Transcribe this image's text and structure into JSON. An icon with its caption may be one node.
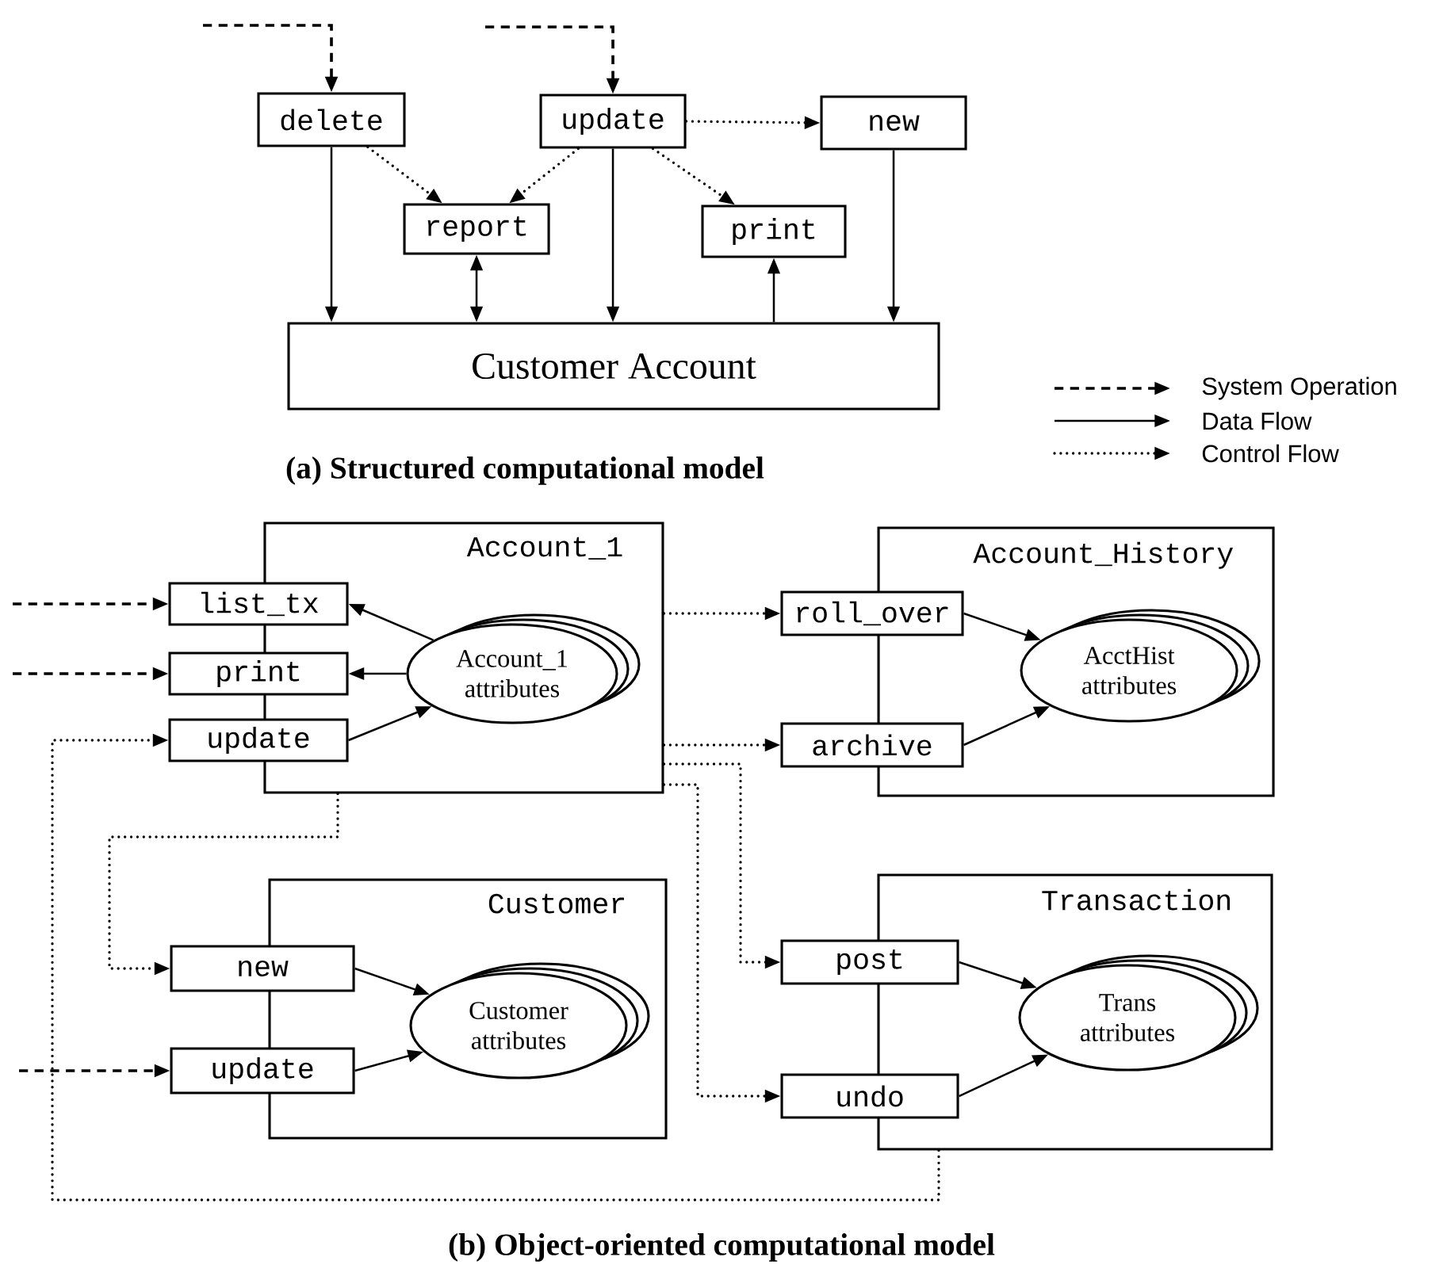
{
  "diagram": {
    "nodes": [
      {
        "text": [
          "delete"
        ]
      },
      {
        "text": [
          "update"
        ]
      },
      {
        "text": [
          "new"
        ]
      },
      {
        "text": [
          "report"
        ]
      },
      {
        "text": [
          "print"
        ]
      },
      {
        "text": [
          "Customer Account"
        ]
      },
      {
        "text": [
          "Account_1"
        ]
      },
      {
        "text": [
          "list_tx"
        ]
      },
      {
        "text": [
          "print"
        ]
      },
      {
        "text": [
          "update"
        ]
      },
      {
        "text": [
          "Account_1 attributes"
        ],
        "in": 6
      },
      {
        "text": [
          "Account_History"
        ]
      },
      {
        "text": [
          "roll_over"
        ]
      },
      {
        "text": [
          "archive"
        ]
      },
      {
        "text": [
          "AcctHist attributes"
        ],
        "in": 11
      },
      {
        "text": [
          "Customer"
        ]
      },
      {
        "text": [
          "new"
        ]
      },
      {
        "text": [
          "update"
        ]
      },
      {
        "text": [
          "Customer attributes"
        ],
        "in": 15
      },
      {
        "text": [
          "Transaction"
        ]
      },
      {
        "text": [
          "post"
        ]
      },
      {
        "text": [
          "undo"
        ]
      },
      {
        "text": [
          "Trans attributes"
        ],
        "in": 19
      }
    ],
    "edges": [
      {
        "from": null,
        "to": 0,
        "arrow": "to",
        "style": "dashed"
      },
      {
        "from": null,
        "to": 1,
        "arrow": "to",
        "style": "dashed"
      },
      {
        "from": 1,
        "to": 2,
        "arrow": "to",
        "style": "dashed"
      },
      {
        "from": 0,
        "to": 3,
        "arrow": "to",
        "style": "dashed"
      },
      {
        "from": 1,
        "to": 3,
        "arrow": "to",
        "style": "dashed"
      },
      {
        "from": 1,
        "to": 4,
        "arrow": "to",
        "style": "dashed"
      },
      {
        "from": 0,
        "to": 5,
        "arrow": "to"
      },
      {
        "from": 3,
        "to": 5,
        "arrow": "both"
      },
      {
        "from": 1,
        "to": 5,
        "arrow": "to"
      },
      {
        "from": 5,
        "to": 4,
        "arrow": "to"
      },
      {
        "from": 2,
        "to": 5,
        "arrow": "to"
      },
      {
        "from": null,
        "to": 7,
        "arrow": "to",
        "style": "dashed"
      },
      {
        "from": null,
        "to": 8,
        "arrow": "to",
        "style": "dashed"
      },
      {
        "from": null,
        "to": 17,
        "arrow": "to",
        "style": "dashed"
      },
      {
        "from": 10,
        "to": 7,
        "arrow": "to"
      },
      {
        "from": 10,
        "to": 8,
        "arrow": "to"
      },
      {
        "from": 9,
        "to": 10,
        "arrow": "to"
      },
      {
        "from": 12,
        "to": 14,
        "arrow": "to"
      },
      {
        "from": 13,
        "to": 14,
        "arrow": "to"
      },
      {
        "from": 16,
        "to": 18,
        "arrow": "to"
      },
      {
        "from": 17,
        "to": 18,
        "arrow": "to"
      },
      {
        "from": 20,
        "to": 22,
        "arrow": "to"
      },
      {
        "from": 21,
        "to": 22,
        "arrow": "to"
      },
      {
        "from": 6,
        "to": 12,
        "arrow": "to",
        "style": "dashed"
      },
      {
        "from": 6,
        "to": 13,
        "arrow": "to",
        "style": "dashed"
      },
      {
        "from": 6,
        "to": 20,
        "arrow": "to",
        "style": "dashed"
      },
      {
        "from": 6,
        "to": 21,
        "arrow": "to",
        "style": "dashed"
      },
      {
        "from": 6,
        "to": 16,
        "arrow": "to",
        "style": "dashed"
      },
      {
        "from": 19,
        "to": 9,
        "arrow": "to",
        "style": "dashed"
      }
    ],
    "labels": [
      "(a) Structured computational model",
      "(b) Object-oriented computational model"
    ],
    "legend": [
      {
        "text": "System Operation"
      },
      {
        "text": "Data Flow"
      },
      {
        "text": "Control Flow"
      }
    ]
  }
}
